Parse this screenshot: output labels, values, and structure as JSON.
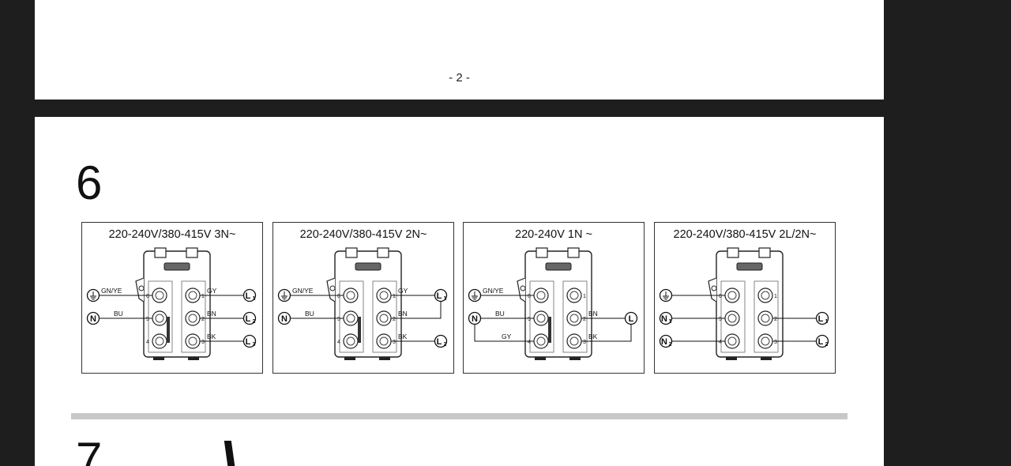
{
  "page_number": "- 2 -",
  "section6": {
    "number": "6",
    "diagrams": [
      {
        "title": "220-240V/380-415V 3N~",
        "left_terminals": [
          "⏚",
          "N"
        ],
        "wire_labels_left": [
          "GN/YE",
          "BU"
        ],
        "wire_labels_right": [
          "GY",
          "BN",
          "BK"
        ],
        "right_terminals": [
          "L1",
          "L2",
          "L3"
        ]
      },
      {
        "title": "220-240V/380-415V 2N~",
        "left_terminals": [
          "⏚",
          "N"
        ],
        "wire_labels_left": [
          "GN/YE",
          "BU"
        ],
        "wire_labels_right": [
          "GY",
          "BN",
          "BK"
        ],
        "right_terminals": [
          "L1",
          "L2"
        ]
      },
      {
        "title": "220-240V 1N ~",
        "left_terminals": [
          "⏚",
          "N"
        ],
        "wire_labels_left": [
          "GN/YE",
          "BU",
          "GY"
        ],
        "wire_labels_right": [
          "BN",
          "BK"
        ],
        "right_terminals": [
          "L"
        ]
      },
      {
        "title": "220-240V/380-415V 2L/2N~",
        "left_terminals": [
          "⏚",
          "N1",
          "N2"
        ],
        "wire_labels_left": [],
        "wire_labels_right": [],
        "right_terminals": [
          "L1",
          "L2"
        ]
      }
    ]
  },
  "section7": {
    "number": "7"
  }
}
